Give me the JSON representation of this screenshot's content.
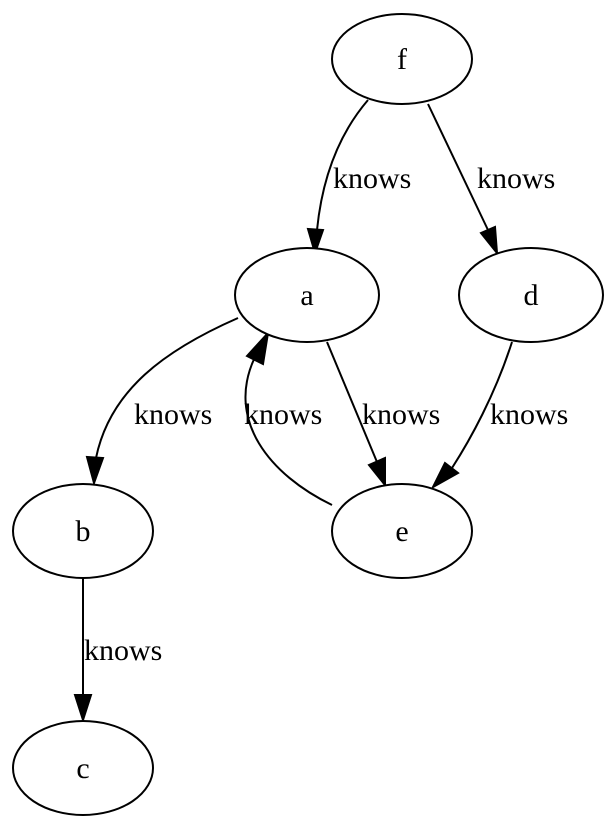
{
  "nodes": {
    "f": {
      "label": "f"
    },
    "a": {
      "label": "a"
    },
    "d": {
      "label": "d"
    },
    "b": {
      "label": "b"
    },
    "e": {
      "label": "e"
    },
    "c": {
      "label": "c"
    }
  },
  "edges": {
    "f_a": {
      "source": "f",
      "target": "a",
      "label": "knows"
    },
    "f_d": {
      "source": "f",
      "target": "d",
      "label": "knows"
    },
    "a_b": {
      "source": "a",
      "target": "b",
      "label": "knows"
    },
    "e_a": {
      "source": "e",
      "target": "a",
      "label": "knows"
    },
    "a_e": {
      "source": "a",
      "target": "e",
      "label": "knows"
    },
    "d_e": {
      "source": "d",
      "target": "e",
      "label": "knows"
    },
    "b_c": {
      "source": "b",
      "target": "c",
      "label": "knows"
    }
  }
}
